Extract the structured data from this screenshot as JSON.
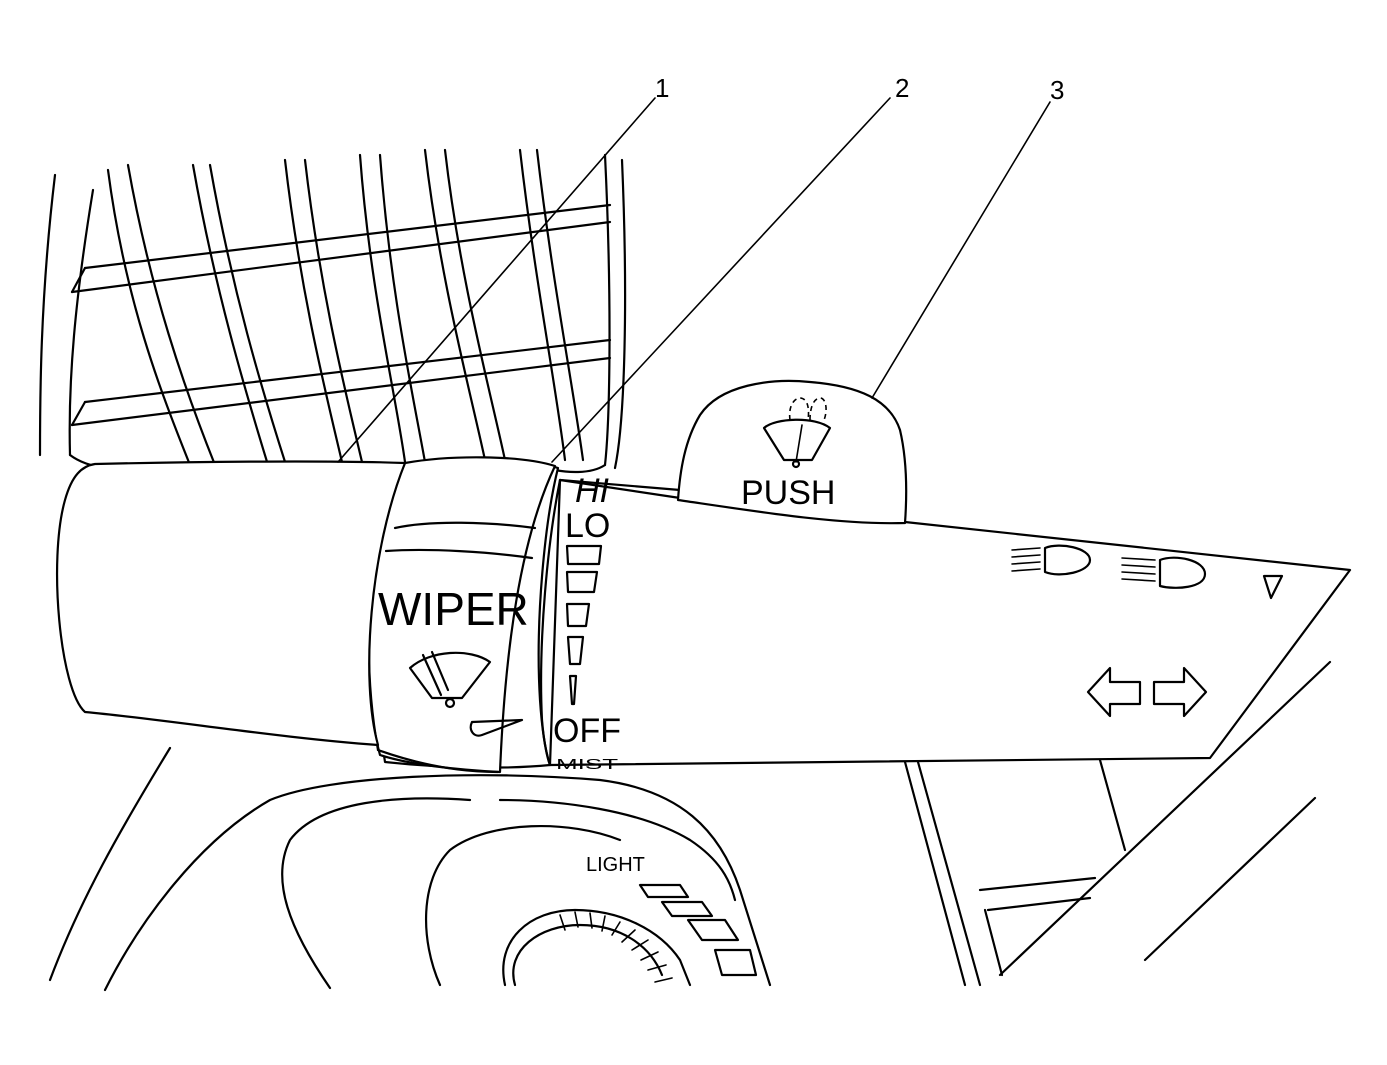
{
  "callouts": [
    {
      "number": "1"
    },
    {
      "number": "2"
    },
    {
      "number": "3"
    }
  ],
  "lever": {
    "wiper_label": "WIPER",
    "push_label": "PUSH",
    "speed_hi": "HI",
    "speed_lo": "LO",
    "speed_off": "OFF",
    "speed_mist": "MIST"
  },
  "light_switch": {
    "label": "LIGHT"
  },
  "icons": [
    "wiper-icon",
    "washer-icon",
    "headlamp-low-icon",
    "headlamp-high-icon",
    "turn-signal-left-icon",
    "turn-signal-right-icon",
    "indicator-triangle-icon"
  ]
}
